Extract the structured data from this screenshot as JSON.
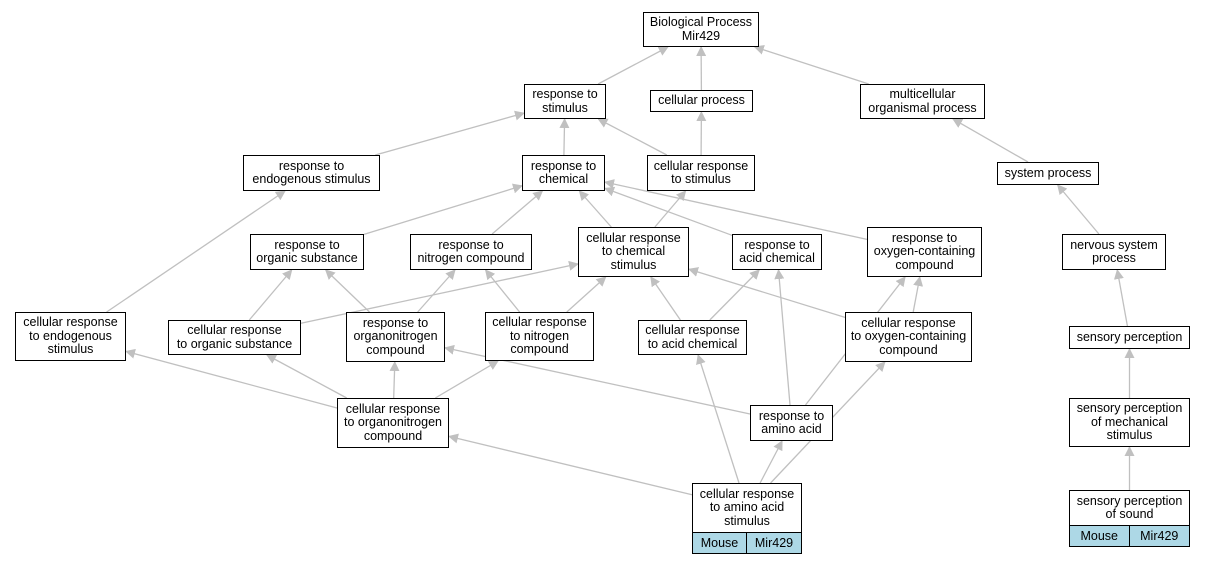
{
  "diagram": {
    "edge_color": "#c0c0c0",
    "tag_color": "#add8e6",
    "nodes": [
      {
        "id": "bp",
        "label": "Biological Process\nMir429"
      },
      {
        "id": "rts",
        "label": "response to\nstimulus"
      },
      {
        "id": "cp",
        "label": "cellular process"
      },
      {
        "id": "mop",
        "label": "multicellular\norganismal process"
      },
      {
        "id": "rtes",
        "label": "response to\nendogenous stimulus"
      },
      {
        "id": "rtc",
        "label": "response to\nchemical"
      },
      {
        "id": "crts",
        "label": "cellular response\nto stimulus"
      },
      {
        "id": "sp",
        "label": "system process"
      },
      {
        "id": "rtos",
        "label": "response to\norganic substance"
      },
      {
        "id": "rtnc",
        "label": "response to\nnitrogen compound"
      },
      {
        "id": "crtcs",
        "label": "cellular response\nto chemical\nstimulus"
      },
      {
        "id": "rtac",
        "label": "response to\nacid chemical"
      },
      {
        "id": "rtocc",
        "label": "response to\noxygen-containing\ncompound"
      },
      {
        "id": "nsp",
        "label": "nervous system\nprocess"
      },
      {
        "id": "crtes",
        "label": "cellular response\nto endogenous\nstimulus"
      },
      {
        "id": "crtos",
        "label": "cellular response\nto organic substance"
      },
      {
        "id": "rtonc",
        "label": "response to\norganonitrogen\ncompound"
      },
      {
        "id": "crtnc",
        "label": "cellular response\nto nitrogen\ncompound"
      },
      {
        "id": "crtac",
        "label": "cellular response\nto acid chemical"
      },
      {
        "id": "crtocc",
        "label": "cellular response\nto oxygen-containing\ncompound"
      },
      {
        "id": "spc",
        "label": "sensory perception"
      },
      {
        "id": "crtonc",
        "label": "cellular response\nto organonitrogen\ncompound"
      },
      {
        "id": "rtaa",
        "label": "response to\namino acid"
      },
      {
        "id": "spms",
        "label": "sensory perception\nof mechanical\nstimulus"
      },
      {
        "id": "crtaa",
        "label": "cellular response\nto amino acid\nstimulus"
      },
      {
        "id": "spos",
        "label": "sensory perception\nof sound"
      }
    ],
    "tags": [
      {
        "node": "crtaa",
        "species": "Mouse",
        "gene": "Mir429"
      },
      {
        "node": "spos",
        "species": "Mouse",
        "gene": "Mir429"
      }
    ],
    "edges": [
      [
        "rts",
        "bp"
      ],
      [
        "cp",
        "bp"
      ],
      [
        "mop",
        "bp"
      ],
      [
        "rtes",
        "rts"
      ],
      [
        "rtc",
        "rts"
      ],
      [
        "crts",
        "rts"
      ],
      [
        "crts",
        "cp"
      ],
      [
        "sp",
        "mop"
      ],
      [
        "nsp",
        "sp"
      ],
      [
        "spc",
        "nsp"
      ],
      [
        "spms",
        "spc"
      ],
      [
        "spos",
        "spms"
      ],
      [
        "rtos",
        "rtc"
      ],
      [
        "rtnc",
        "rtc"
      ],
      [
        "crtcs",
        "rtc"
      ],
      [
        "crtcs",
        "crts"
      ],
      [
        "rtac",
        "rtc"
      ],
      [
        "rtocc",
        "rtc"
      ],
      [
        "crtes",
        "rtes"
      ],
      [
        "crtos",
        "rtos"
      ],
      [
        "crtos",
        "crtcs"
      ],
      [
        "rtonc",
        "rtos"
      ],
      [
        "rtonc",
        "rtnc"
      ],
      [
        "crtnc",
        "rtnc"
      ],
      [
        "crtnc",
        "crtcs"
      ],
      [
        "crtac",
        "crtcs"
      ],
      [
        "crtac",
        "rtac"
      ],
      [
        "crtocc",
        "crtcs"
      ],
      [
        "crtocc",
        "rtocc"
      ],
      [
        "crtonc",
        "crtes"
      ],
      [
        "crtonc",
        "crtos"
      ],
      [
        "crtonc",
        "rtonc"
      ],
      [
        "crtonc",
        "crtnc"
      ],
      [
        "rtaa",
        "rtonc"
      ],
      [
        "rtaa",
        "rtac"
      ],
      [
        "rtaa",
        "rtocc"
      ],
      [
        "crtaa",
        "rtaa"
      ],
      [
        "crtaa",
        "crtac"
      ],
      [
        "crtaa",
        "crtonc"
      ],
      [
        "crtaa",
        "crtocc"
      ]
    ]
  }
}
